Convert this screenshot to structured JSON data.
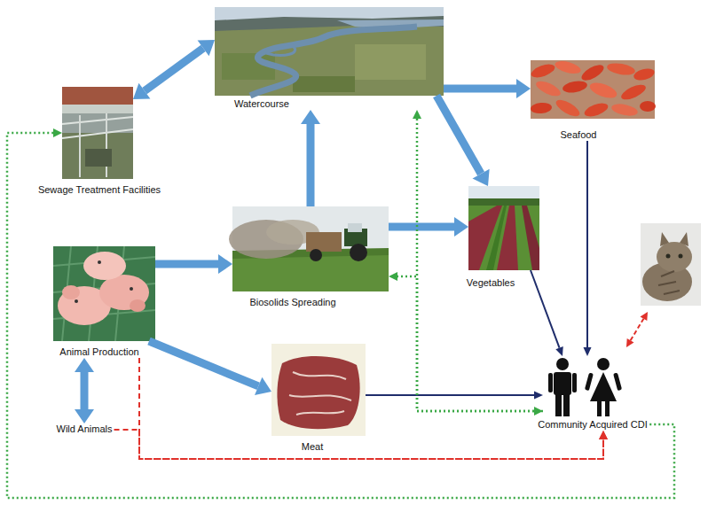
{
  "diagram": {
    "nodes": [
      {
        "text": [
          "Watercourse"
        ]
      },
      {
        "text": [
          "Seafood"
        ]
      },
      {
        "text": [
          "Sewage Treatment Facilities"
        ]
      },
      {
        "text": [
          "Biosolids Spreading"
        ]
      },
      {
        "text": [
          "Vegetables"
        ]
      },
      {
        "text": [
          "Animal Production"
        ]
      },
      {
        "text": [
          "Meat"
        ]
      },
      {
        "text": [
          "Wild Animals"
        ]
      },
      {
        "text": [
          "Community Acquired CDI"
        ]
      }
    ],
    "edges": [
      {
        "from": 2,
        "to": 0,
        "arrow": "both"
      },
      {
        "from": 0,
        "to": 1,
        "arrow": "to"
      },
      {
        "from": 0,
        "to": 4,
        "arrow": "to"
      },
      {
        "from": 3,
        "to": 0,
        "arrow": "to"
      },
      {
        "from": 3,
        "to": 4,
        "arrow": "to"
      },
      {
        "from": 5,
        "to": 3,
        "arrow": "to"
      },
      {
        "from": 5,
        "to": 6,
        "arrow": "to"
      },
      {
        "from": 5,
        "to": 7,
        "arrow": "both"
      },
      {
        "from": 1,
        "to": 8,
        "arrow": "to"
      },
      {
        "from": 4,
        "to": 8,
        "arrow": "to"
      },
      {
        "from": 6,
        "to": 8,
        "arrow": "to"
      },
      {
        "from": 0,
        "to": 8,
        "arrow": "both"
      },
      {
        "from": 8,
        "to": 3,
        "arrow": "to"
      },
      {
        "from": 8,
        "to": 2,
        "arrow": "to"
      },
      {
        "from": 5,
        "to": 8,
        "arrow": "to"
      },
      {
        "from": 7,
        "to": 8,
        "arrow": "to"
      }
    ]
  }
}
